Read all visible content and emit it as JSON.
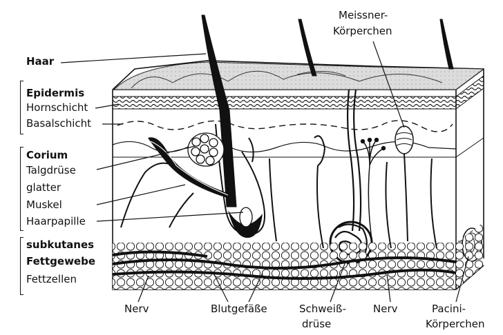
{
  "labels": {
    "haar": "Haar",
    "epidermis": "Epidermis",
    "hornschicht": "Hornschicht",
    "basalschicht": "Basalschicht",
    "corium": "Corium",
    "talgdruese": "Talgdrüse",
    "glatter": "glatter",
    "muskel": "Muskel",
    "haarpapille": "Haarpapille",
    "subkutanes": "subkutanes",
    "fettgewebe": "Fettgewebe",
    "fettzellen": "Fettzellen",
    "meissner_1": "Meissner-",
    "meissner_2": "Körperchen",
    "nerv_left": "Nerv",
    "blutgefaesse": "Blutgefäße",
    "schweiss_1": "Schweiß-",
    "schweiss_2": "drüse",
    "nerv_right": "Nerv",
    "pacini_1": "Pacini-",
    "pacini_2": "Körperchen"
  }
}
